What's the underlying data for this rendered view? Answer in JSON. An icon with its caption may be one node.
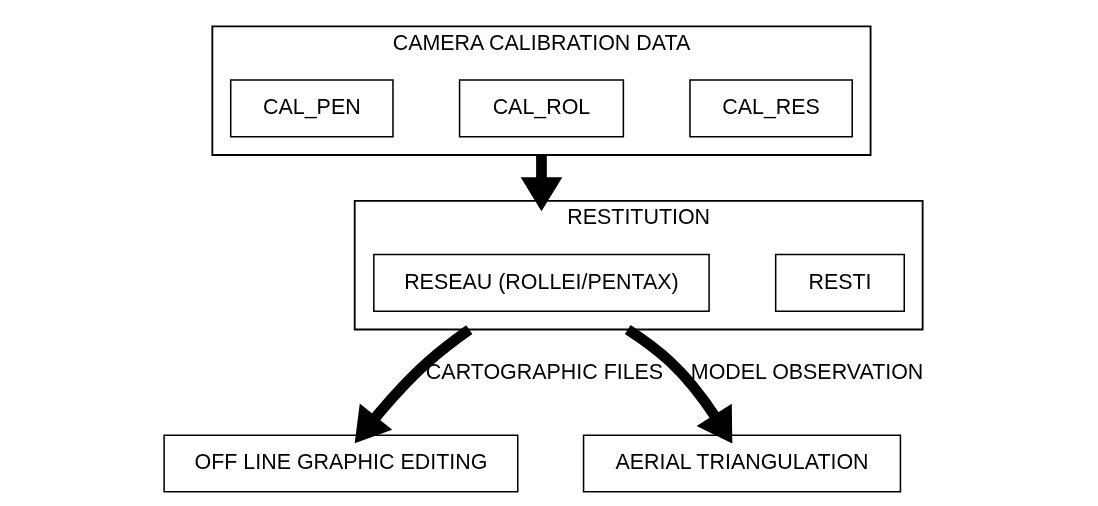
{
  "diagram": {
    "nodes": [
      {
        "text": [
          "CAMERA CALIBRATION DATA"
        ]
      },
      {
        "text": [
          "CAL_RES"
        ],
        "in": 0
      },
      {
        "text": [
          "CAL_ROL"
        ],
        "in": 0
      },
      {
        "text": [
          "CAL_PEN"
        ],
        "in": 0
      },
      {
        "text": [
          "OFF LINE GRAPHIC EDITING"
        ]
      },
      {
        "text": [
          "AERIAL TRIANGULATION"
        ]
      },
      {
        "text": [
          "RESTITUTION"
        ]
      },
      {
        "text": [
          "RESTI"
        ],
        "in": 6
      },
      {
        "text": [
          "RESEAU (ROLLEI/PENTAX)"
        ],
        "in": 6
      }
    ],
    "edges": [
      {
        "from": 0,
        "to": 6,
        "arrow": "to"
      },
      {
        "from": 6,
        "to": 4,
        "arrow": "to",
        "label": "CARTOGRAPHIC FILES"
      },
      {
        "from": 6,
        "to": 5,
        "arrow": "to",
        "label": "MODEL OBSERVATION"
      }
    ]
  }
}
